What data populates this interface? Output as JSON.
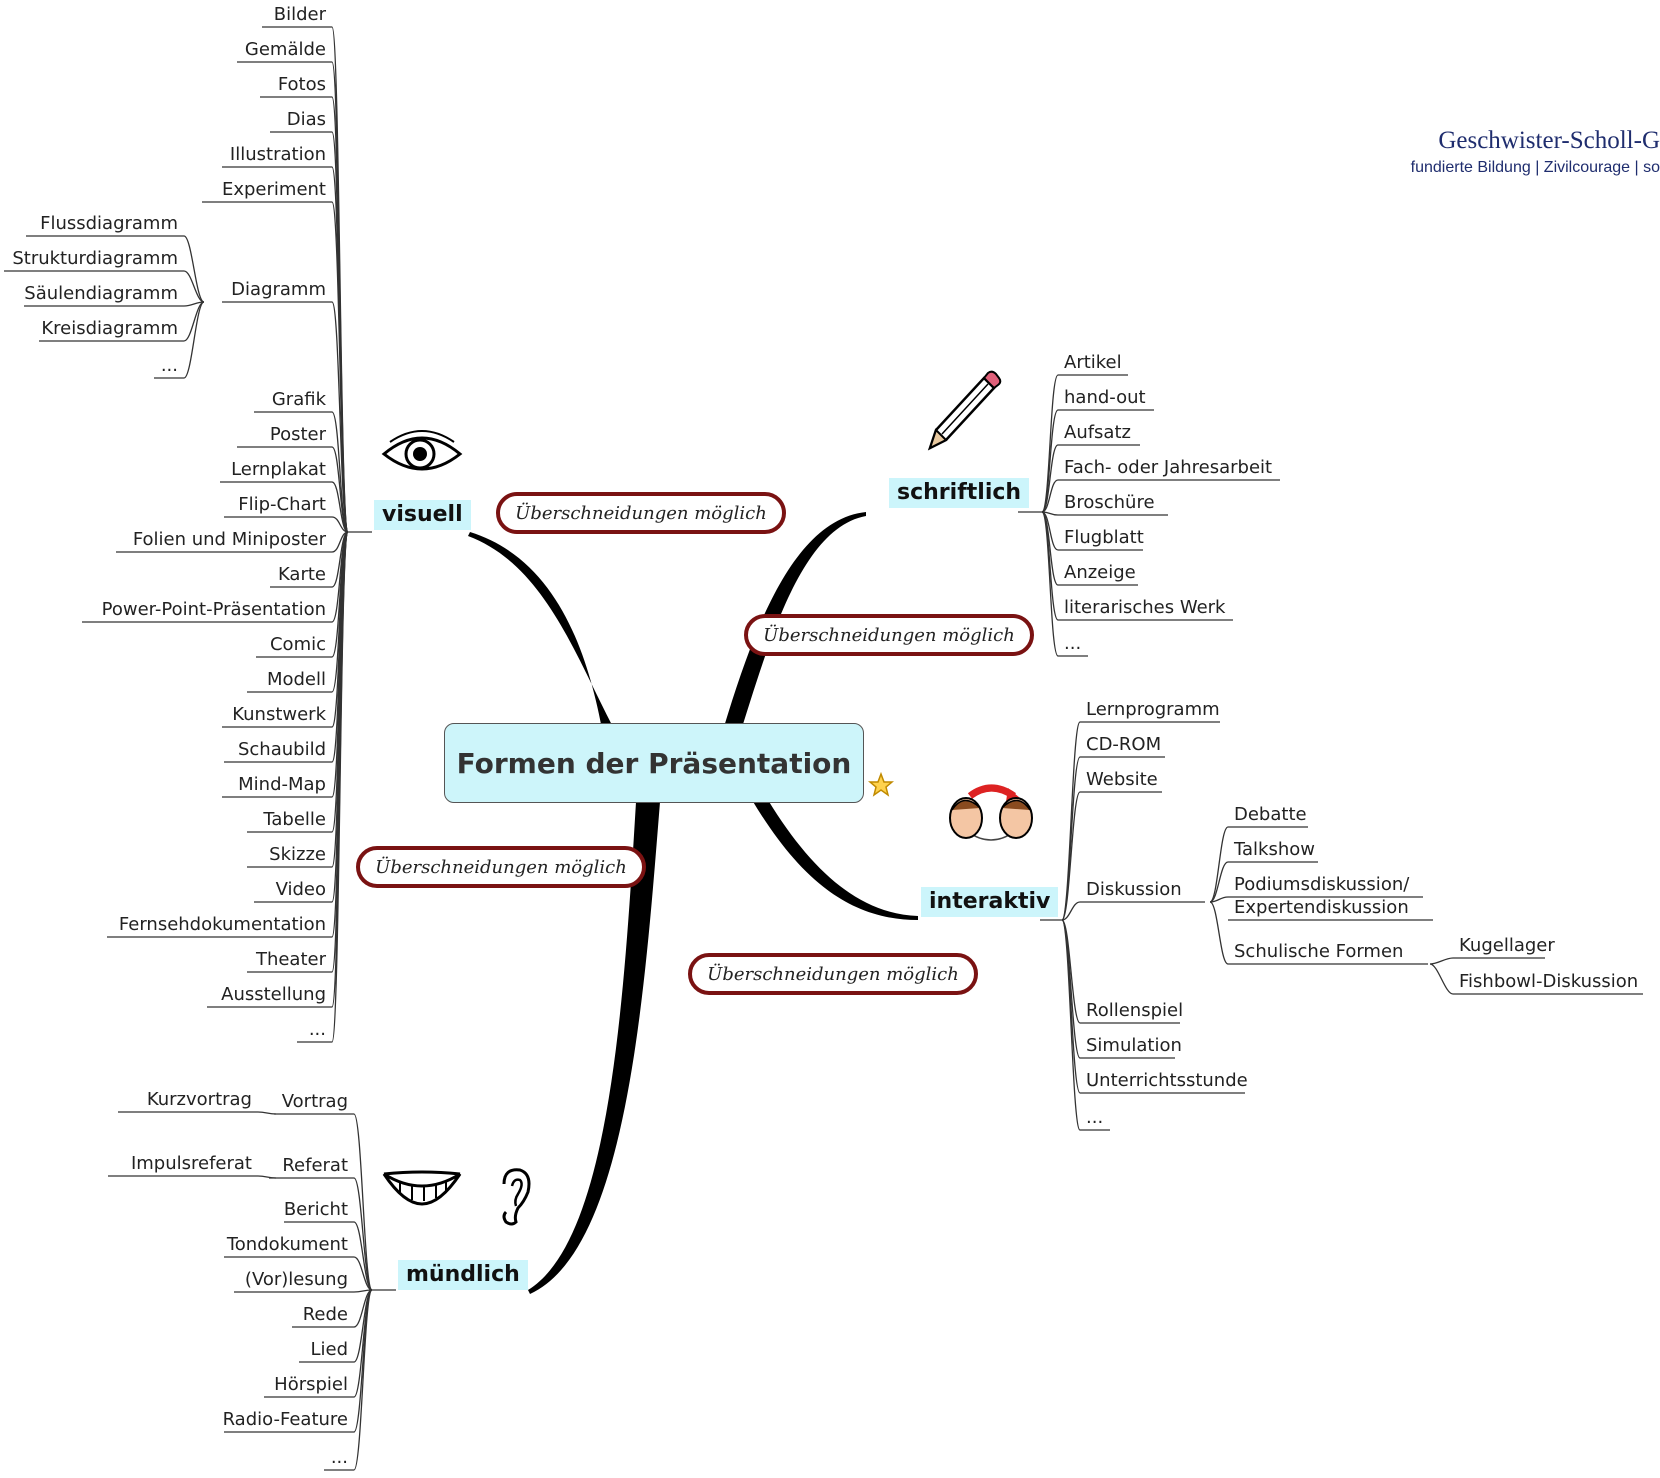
{
  "central_topic": "Formen der Präsentation",
  "overlap_note": "Überschneidungen möglich",
  "school_logo": {
    "title": "Geschwister-Scholl-G",
    "tagline": "fundierte Bildung | Zivilcourage | so"
  },
  "branches": {
    "visuell": {
      "label": "visuell",
      "items": [
        "Bilder",
        "Gemälde",
        "Fotos",
        "Dias",
        "Illustration",
        "Experiment",
        "Diagramm",
        "Grafik",
        "Poster",
        "Lernplakat",
        "Flip-Chart",
        "Folien und Miniposter",
        "Karte",
        "Power-Point-Präsentation",
        "Comic",
        "Modell",
        "Kunstwerk",
        "Schaubild",
        "Mind-Map",
        "Tabelle",
        "Skizze",
        "Video",
        "Fernsehdokumentation",
        "Theater",
        "Ausstellung",
        "..."
      ],
      "diagramm_items": [
        "Flussdiagramm",
        "Strukturdiagramm",
        "Säulendiagramm",
        "Kreisdiagramm",
        "..."
      ]
    },
    "muendlich": {
      "label": "mündlich",
      "items": [
        "Vortrag",
        "Referat",
        "Bericht",
        "Tondokument",
        "(Vor)lesung",
        "Rede",
        "Lied",
        "Hörspiel",
        "Radio-Feature",
        "..."
      ],
      "vortrag_sub": "Kurzvortrag",
      "referat_sub": "Impulsreferat"
    },
    "schriftlich": {
      "label": "schriftlich",
      "items": [
        "Artikel",
        "hand-out",
        "Aufsatz",
        "Fach- oder Jahresarbeit",
        "Broschüre",
        "Flugblatt",
        "Anzeige",
        "literarisches Werk",
        "..."
      ]
    },
    "interaktiv": {
      "label": "interaktiv",
      "items": [
        "Lernprogramm",
        "CD-ROM",
        "Website",
        "Diskussion",
        "Rollenspiel",
        "Simulation",
        "Unterrichtsstunde",
        "..."
      ],
      "diskussion_items": [
        "Debatte",
        "Talkshow",
        "Podiumsdiskussion/",
        "Expertendiskussion",
        "Schulische Formen"
      ],
      "schulische_items": [
        "Kugellager",
        "Fishbowl-Diskussion"
      ]
    }
  },
  "icons": [
    "eye-icon",
    "mouth-icon",
    "ear-icon",
    "pencil-icon",
    "two-people-exchange-icon",
    "star-icon"
  ],
  "colors": {
    "branch_highlight": "#ccf5fb",
    "central_fill": "#cdf5fa",
    "pill_border": "#7a1212",
    "brand_blue": "#1f2d6e"
  }
}
